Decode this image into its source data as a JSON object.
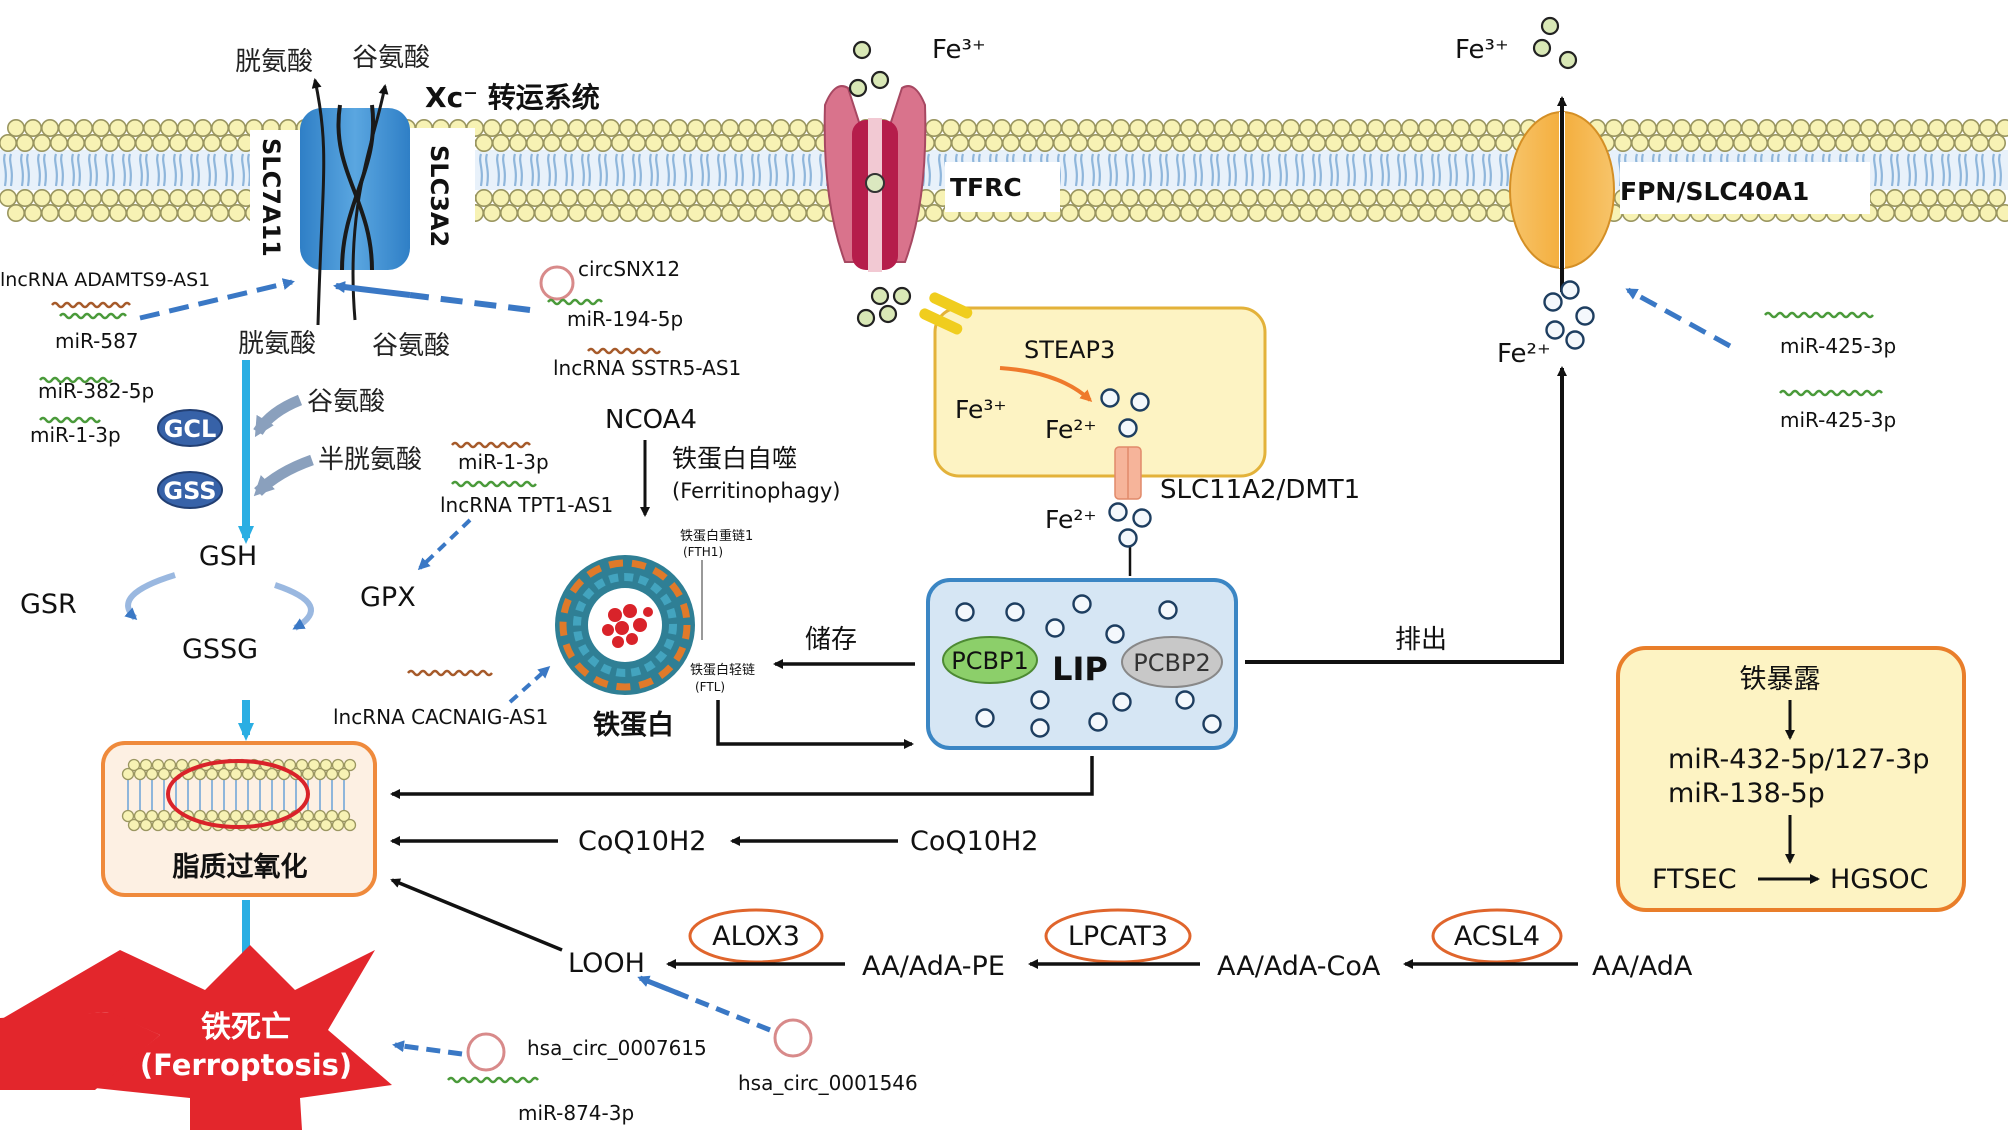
{
  "colors": {
    "membrane_head": "#f7f2b4",
    "membrane_head_stroke": "#9a9660",
    "membrane_tail": "#8fb6db",
    "transporter_blue": "#3d8ccf",
    "tfrc_pink": "#d9738c",
    "tfrc_dark": "#b51d4b",
    "fpn_orange": "#f4b64d",
    "box_yellow_fill": "#fdf3c3",
    "box_yellow_stroke": "#e3b23a",
    "lip_fill": "#d6e6f4",
    "lip_stroke": "#3b86c4",
    "lipid_box_fill": "#fdf0e3",
    "lipid_box_stroke": "#ef8a3c",
    "arrow_blue": "#3a78c5",
    "flow_cyan": "#2aaee3",
    "ferroptosis_red": "#e3262c",
    "rna_green": "#4a9a3a",
    "rna_brown": "#a65a2a",
    "circ_pink": "#d88a8a"
  },
  "transport_system": {
    "label": "Xc⁻  转运系统",
    "cystine_top": "胱氨酸",
    "glutamate_top": "谷氨酸",
    "slc7a11": "SLC7A11",
    "slc3a2": "SLC3A2",
    "cystine_bottom": "胱氨酸",
    "glutamate_bottom": "谷氨酸"
  },
  "gsh_pathway": {
    "glutamate": "谷氨酸",
    "cysteine": "半胱氨酸",
    "gcl": "GCL",
    "gss": "GSS",
    "gsh": "GSH",
    "gsr": "GSR",
    "gssg": "GSSG",
    "gpx": "GPX"
  },
  "ncrna_left": {
    "lncrna_adamts9": "lncRNA ADAMTS9-AS1",
    "mir_587": "miR-587",
    "mir_382": "miR-382-5p",
    "mir_1_3p_left": "miR-1-3p",
    "circ_snx12": "circSNX12",
    "mir_194": "miR-194-5p",
    "lncrna_sstr5": "lncRNA SSTR5-AS1",
    "mir_1_3p_mid": "miR-1-3p",
    "lncrna_tpt1": "lncRNA TPT1-AS1",
    "lncrna_cacnaig": "lncRNA CACNAIG-AS1"
  },
  "ferritin": {
    "ncoa4": "NCOA4",
    "ferritinophagy_cn": "铁蛋白自噬",
    "ferritinophagy_en": "(Ferritinophagy)",
    "fth1_cn": "铁蛋白重链1",
    "fth1_en": "(FTH1)",
    "ftl_cn": "铁蛋白轻链",
    "ftl_en": "(FTL)",
    "label": "铁蛋白",
    "store": "储存"
  },
  "iron": {
    "fe3_tfrc": "Fe³⁺",
    "tfrc": "TFRC",
    "steap3": "STEAP3",
    "fe3_box": "Fe³⁺",
    "fe2_box": "Fe²⁺",
    "dmt1": "SLC11A2/DMT1",
    "fe2_dmt1": "Fe²⁺",
    "lip": "LIP",
    "pcbp1": "PCBP1",
    "pcbp2": "PCBP2",
    "export": "排出",
    "fe3_fpn": "Fe³⁺",
    "fpn": "FPN/SLC40A1",
    "fe2_fpn": "Fe²⁺",
    "mir_425_a": "miR-425-3p",
    "mir_425_b": "miR-425-3p"
  },
  "exposure_box": {
    "title": "铁暴露",
    "mir_line1": "miR-432-5p/127-3p",
    "mir_line2": "miR-138-5p",
    "ftsec": "FTSEC",
    "hgsoc": "HGSOC"
  },
  "lipid": {
    "label": "脂质过氧化",
    "coq_left": "CoQ10H2",
    "coq_right": "CoQ10H2",
    "alox3": "ALOX3",
    "lpcat3": "LPCAT3",
    "acsl4": "ACSL4",
    "looh": "LOOH",
    "aa_pe": "AA/AdA-PE",
    "aa_coa": "AA/AdA-CoA",
    "aa": "AA/AdA"
  },
  "ferroptosis": {
    "cn": "铁死亡",
    "en": "(Ferroptosis)",
    "circ_7615": "hsa_circ_0007615",
    "mir_874": "miR-874-3p",
    "circ_1546": "hsa_circ_0001546"
  }
}
